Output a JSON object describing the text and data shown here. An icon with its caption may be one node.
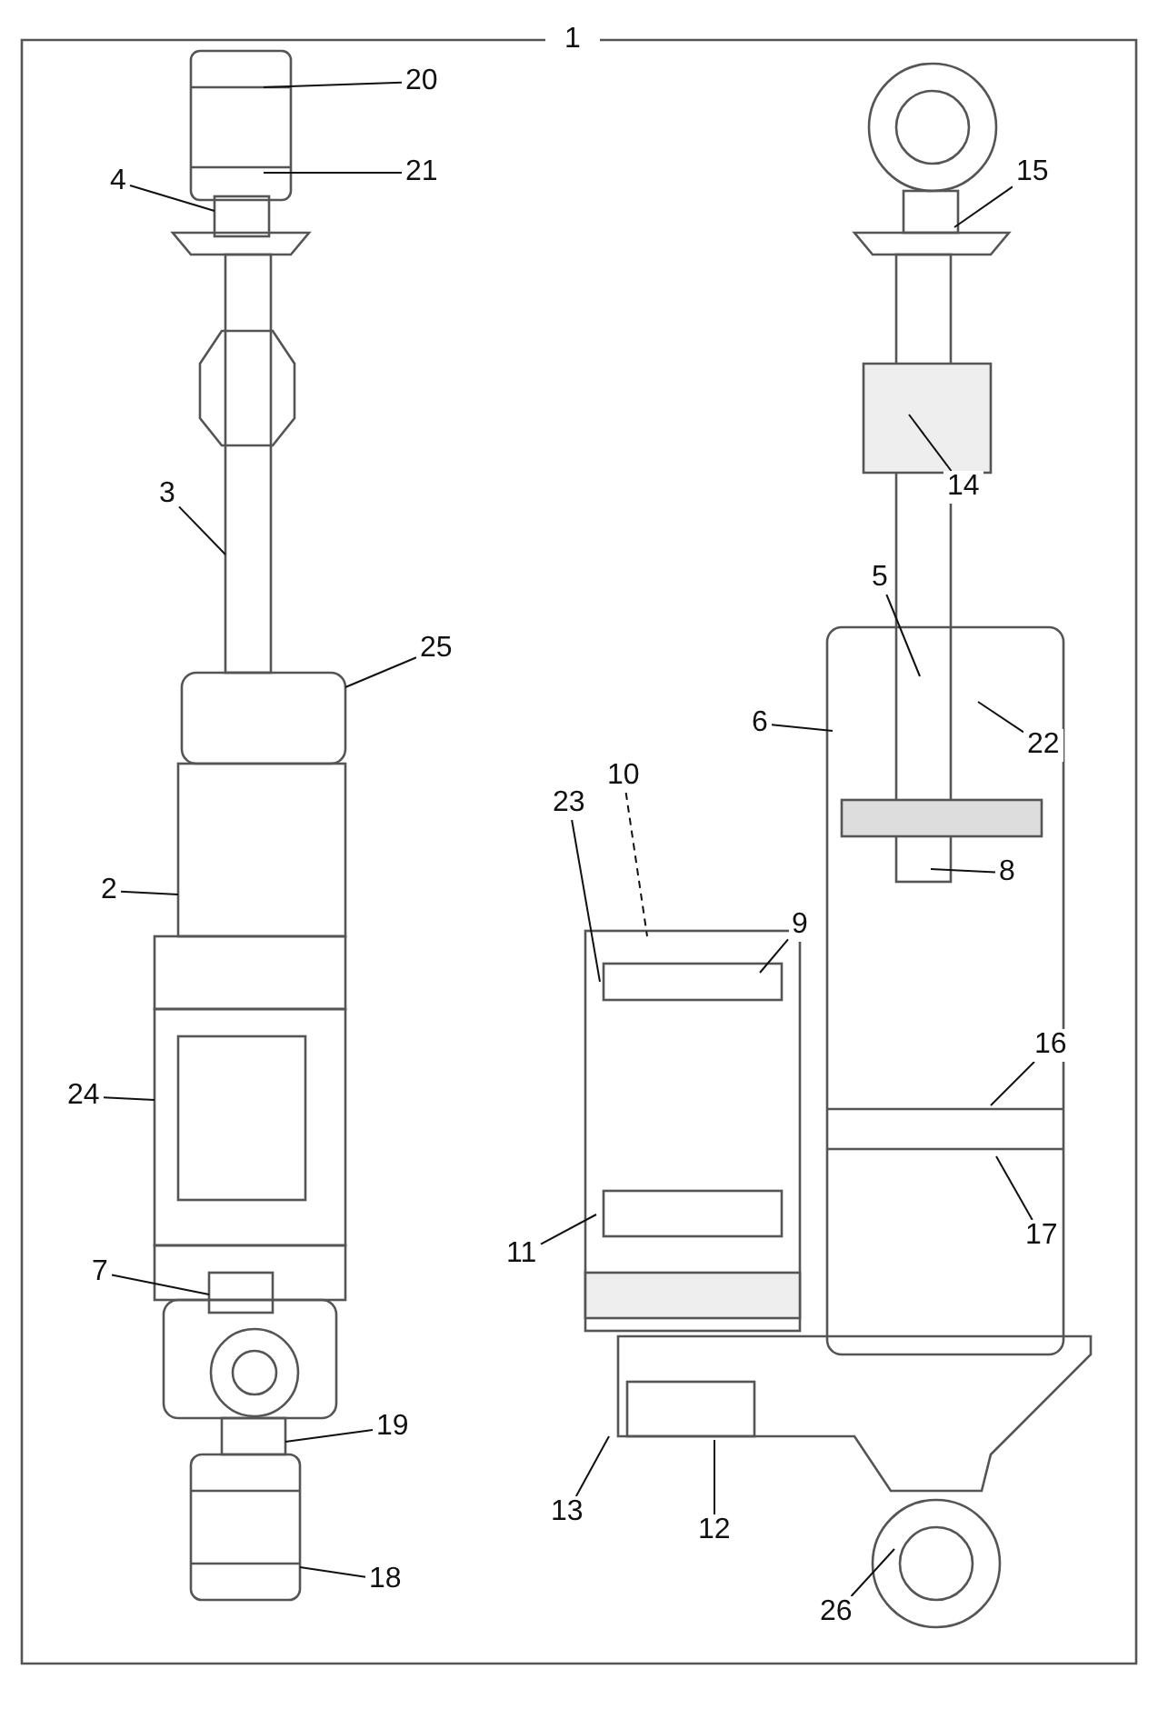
{
  "diagram": {
    "nodes": [
      {
        "text": [
          "20"
        ]
      },
      {
        "text": [
          "4"
        ]
      },
      {
        "text": [
          "21"
        ]
      },
      {
        "text": [
          "15"
        ]
      },
      {
        "text": [
          "14"
        ]
      },
      {
        "text": [
          "3"
        ]
      },
      {
        "text": [
          "5"
        ]
      },
      {
        "text": [
          "25"
        ]
      },
      {
        "text": [
          "6"
        ]
      },
      {
        "text": [
          "22"
        ]
      },
      {
        "text": [
          "10"
        ]
      },
      {
        "text": [
          "23"
        ]
      },
      {
        "text": [
          "8"
        ]
      },
      {
        "text": [
          "2"
        ]
      },
      {
        "text": [
          "9"
        ]
      },
      {
        "text": [
          "16"
        ]
      },
      {
        "text": [
          "24"
        ]
      },
      {
        "text": [
          "11"
        ]
      },
      {
        "text": [
          "17"
        ]
      },
      {
        "text": [
          "7"
        ]
      },
      {
        "text": [
          "19"
        ]
      },
      {
        "text": [
          "13"
        ]
      },
      {
        "text": [
          "12"
        ]
      },
      {
        "text": [
          "18"
        ]
      },
      {
        "text": [
          "26"
        ]
      }
    ],
    "edges": [
      {
        "from": 0,
        "to": null,
        "arrow": "none"
      },
      {
        "from": 1,
        "to": null,
        "arrow": "none"
      },
      {
        "from": 2,
        "to": null,
        "arrow": "none"
      },
      {
        "from": 3,
        "to": null,
        "arrow": "none"
      },
      {
        "from": 4,
        "to": null,
        "arrow": "none"
      },
      {
        "from": 5,
        "to": null,
        "arrow": "none"
      },
      {
        "from": 6,
        "to": null,
        "arrow": "none"
      },
      {
        "from": 7,
        "to": null,
        "arrow": "none"
      },
      {
        "from": 8,
        "to": null,
        "arrow": "none"
      },
      {
        "from": 9,
        "to": null,
        "arrow": "none"
      },
      {
        "from": 10,
        "to": null,
        "arrow": "none",
        "style": "dashed"
      },
      {
        "from": 11,
        "to": null,
        "arrow": "none"
      },
      {
        "from": 12,
        "to": null,
        "arrow": "none"
      },
      {
        "from": 13,
        "to": null,
        "arrow": "none"
      },
      {
        "from": 14,
        "to": null,
        "arrow": "none"
      },
      {
        "from": 15,
        "to": null,
        "arrow": "none"
      },
      {
        "from": 16,
        "to": null,
        "arrow": "none"
      },
      {
        "from": 17,
        "to": null,
        "arrow": "none"
      },
      {
        "from": 18,
        "to": null,
        "arrow": "none"
      },
      {
        "from": 19,
        "to": null,
        "arrow": "none"
      },
      {
        "from": 20,
        "to": null,
        "arrow": "none"
      },
      {
        "from": 21,
        "to": null,
        "arrow": "none"
      },
      {
        "from": 22,
        "to": null,
        "arrow": "none"
      },
      {
        "from": 23,
        "to": null,
        "arrow": "none"
      },
      {
        "from": 24,
        "to": null,
        "arrow": "none"
      }
    ],
    "labels": [
      "1"
    ]
  }
}
